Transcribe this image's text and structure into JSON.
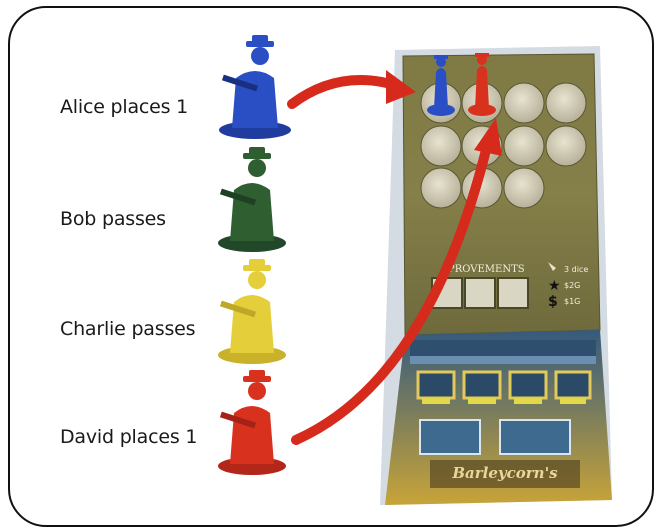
{
  "actions": [
    {
      "text": "Alice places 1",
      "color": "#2a4fc4"
    },
    {
      "text": "Bob passes",
      "color": "#2f5e31"
    },
    {
      "text": "Charlie passes",
      "color": "#e4cf3a"
    },
    {
      "text": "David places 1",
      "color": "#d8321f"
    }
  ],
  "board": {
    "section_label": "PROVEMENTS",
    "legend": [
      "3 dice",
      "$2G",
      "$1G"
    ],
    "sign_text": "Barleycorn's"
  },
  "colors": {
    "arrow": "#d52a1c",
    "border": "#111111"
  }
}
